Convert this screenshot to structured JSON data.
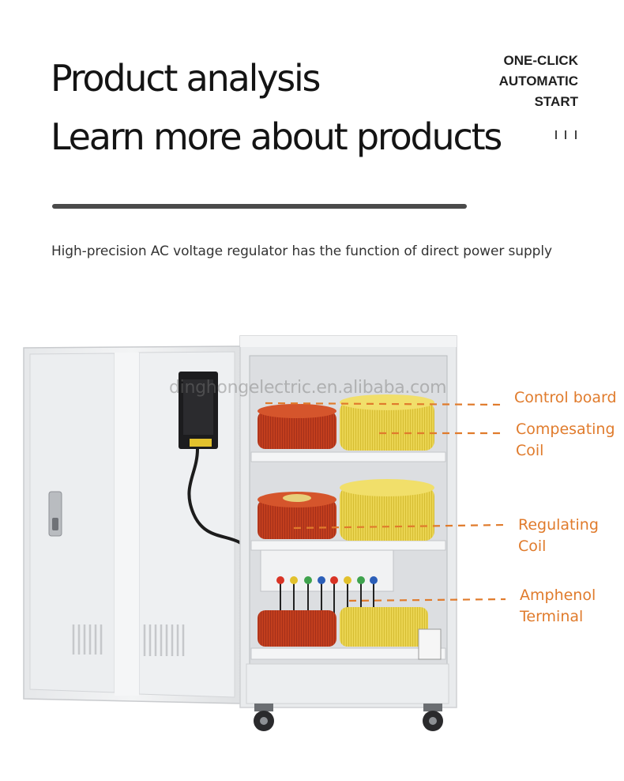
{
  "header": {
    "title_line1": "Product analysis",
    "title_line2": "Learn more about products",
    "tag_lines": [
      "ONE-CLICK",
      "AUTOMATIC",
      "START"
    ]
  },
  "subtitle": "High-precision AC voltage regulator has the function of direct power supply",
  "watermark": "dinghongelectric.en.alibaba.com",
  "callouts": [
    {
      "label_line1": "Control board",
      "label_line2": ""
    },
    {
      "label_line1": "Compesating",
      "label_line2": "Coil"
    },
    {
      "label_line1": "Regulating",
      "label_line2": "Coil"
    },
    {
      "label_line1": "Amphenol",
      "label_line2": "Terminal"
    }
  ],
  "colors": {
    "accent": "#e07b2c",
    "cabinet": "#eeeff1",
    "red_coil": "#c8421f",
    "yellow_coil": "#ecd54e"
  },
  "icons": [
    "wheel-icon",
    "door-handle-icon",
    "vent-icon"
  ]
}
